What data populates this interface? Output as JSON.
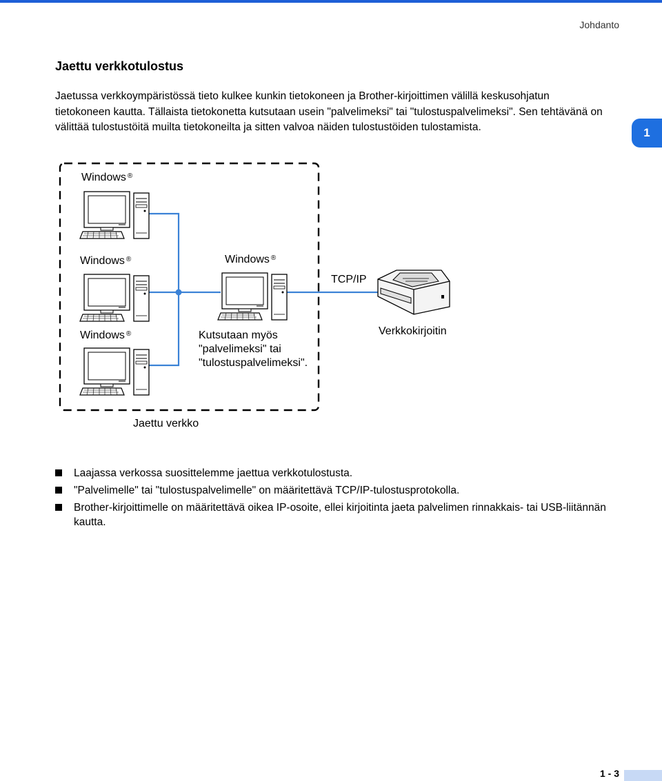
{
  "header": {
    "running_title": "Johdanto",
    "chapter_tab": "1"
  },
  "section": {
    "title": "Jaettu verkkotulostus",
    "intro": "Jaetussa verkkoympäristössä tieto kulkee kunkin tietokoneen ja Brother-kirjoittimen välillä keskusohjatun tietokoneen kautta. Tällaista tietokonetta kutsutaan usein \"palvelimeksi\" tai \"tulostuspalvelimeksi\". Sen tehtävänä on välittää tulostustöitä muilta tietokoneilta ja sitten valvoa näiden tulostustöiden tulostamista."
  },
  "diagram": {
    "windows_label": "Windows",
    "registered_mark": "®",
    "protocol_label": "TCP/IP",
    "printer_label": "Verkkokirjoitin",
    "server_note": [
      "Kutsutaan myös",
      "\"palvelimeksi\" tai",
      "\"tulostuspalvelimeksi\"."
    ],
    "network_label": "Jaettu verkko"
  },
  "bullets": [
    "Laajassa verkossa suosittelemme jaettua verkkotulostusta.",
    "\"Palvelimelle\" tai \"tulostuspalvelimelle\" on määritettävä TCP/IP-tulostusprotokolla.",
    "Brother-kirjoittimelle on määritettävä oikea IP-osoite, ellei kirjoitinta jaeta palvelimen rinnakkais- tai USB-liitännän kautta."
  ],
  "footer": {
    "page_number": "1 - 3"
  },
  "colors": {
    "accent": "#1e6fe0",
    "network_line": "#3b82d6",
    "page_bar": "#c7d9f5"
  }
}
